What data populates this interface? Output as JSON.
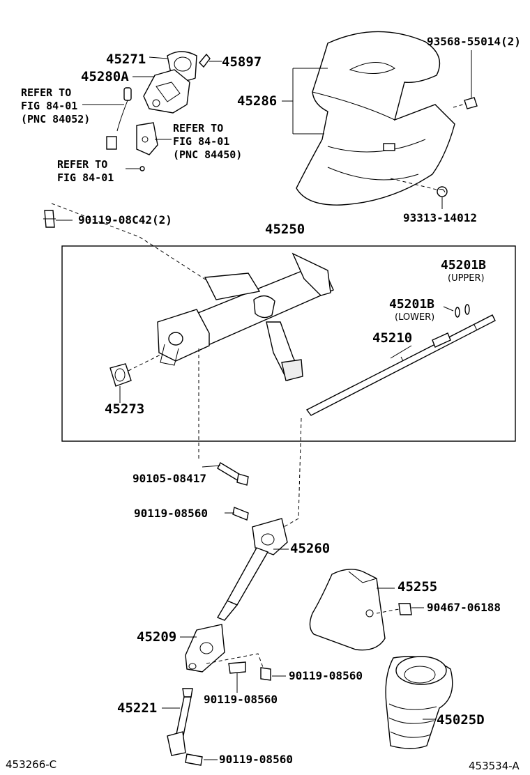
{
  "part_labels": {
    "p45271": "45271",
    "p45897": "45897",
    "p45280A": "45280A",
    "p45286": "45286",
    "p93568": "93568-55014(2)",
    "p93313": "93313-14012",
    "p90119_08C42": "90119-08C42(2)",
    "p45250": "45250",
    "p45201B_upper": "45201B",
    "p45201B_lower": "45201B",
    "p45210": "45210",
    "p45273": "45273",
    "p90105": "90105-08417",
    "p90119_a": "90119-08560",
    "p45260": "45260",
    "p45255": "45255",
    "p90467": "90467-06188",
    "p45209": "45209",
    "p90119_b": "90119-08560",
    "p90119_c": "90119-08560",
    "p45221": "45221",
    "p45025D": "45025D",
    "p90119_d": "90119-08560"
  },
  "sub_labels": {
    "upper": "(UPPER)",
    "lower": "(LOWER)"
  },
  "references": {
    "ref1_l1": "REFER TO",
    "ref1_l2": "FIG 84-01",
    "ref1_l3": "(PNC 84052)",
    "ref2_l1": "REFER TO",
    "ref2_l2": "FIG 84-01",
    "ref2_l3": "(PNC 84450)",
    "ref3_l1": "REFER TO",
    "ref3_l2": "FIG 84-01"
  },
  "codes": {
    "left": "453266-C",
    "right": "453534-A"
  }
}
